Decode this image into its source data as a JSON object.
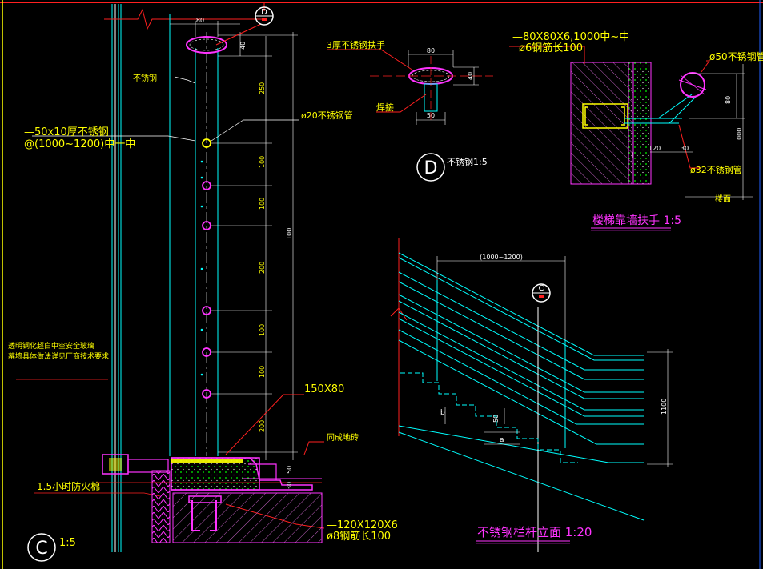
{
  "colors": {
    "background": "#000000",
    "cyan": "#00ffff",
    "white": "#ffffff",
    "yellow": "#ffff00",
    "magenta": "#ff33ff",
    "red": "#ff2020",
    "green": "#00ff00",
    "border": "#ff2020"
  },
  "section_c": {
    "marker": "C",
    "scale": "1:5",
    "ref_marker": "D",
    "dim_top_80": "80",
    "dim_40": "40",
    "dim_250": "250",
    "dim_100_a": "100",
    "dim_100_b": "100",
    "dim_200_a": "200",
    "dim_100_c": "100",
    "dim_100_d": "100",
    "dim_200_b": "200",
    "dim_1100": "1100",
    "dim_50": "50",
    "dim_30": "30",
    "label_stainless": "不锈钢",
    "label_flat_bar_1": "—50x10厚不锈钢",
    "label_flat_bar_2": "@(1000~1200)中一中",
    "label_tube": "ø20不锈钢管",
    "label_glass_1": "透明钢化超白中空安全玻璃",
    "label_glass_2": "幕墙具体做法详见厂商技术要求",
    "label_150x80": "150X80",
    "label_floor_tile": "同成地砖",
    "label_fireproof": "1.5小时防火棉",
    "label_plate_1": "—120X120X6",
    "label_plate_2": "ø8钢筋长100"
  },
  "detail_d": {
    "marker": "D",
    "scale_text": "不锈钢1:5",
    "label_handrail": "3厚不锈钢扶手",
    "label_weld": "焊接",
    "dim_80": "80",
    "dim_40": "40",
    "dim_50": "50"
  },
  "wall_handrail": {
    "title": "楼梯靠墙扶手 1:5",
    "label_plate_1": "—80X80X6,1000中~中",
    "label_plate_2": "ø6钢筋长100",
    "label_pipe50": "ø50不锈钢管",
    "label_pipe32": "ø32不锈钢管",
    "label_floor": "楼面",
    "dim_80": "80",
    "dim_1000": "1000",
    "dim_120": "120",
    "dim_30": "30"
  },
  "elevation": {
    "title": "不锈钢栏杆立面 1:20",
    "dim_spacing": "(1000~1200)",
    "dim_1100": "1100",
    "marker": "C",
    "dim_b": "b",
    "dim_50": "50",
    "dim_a": "a"
  }
}
